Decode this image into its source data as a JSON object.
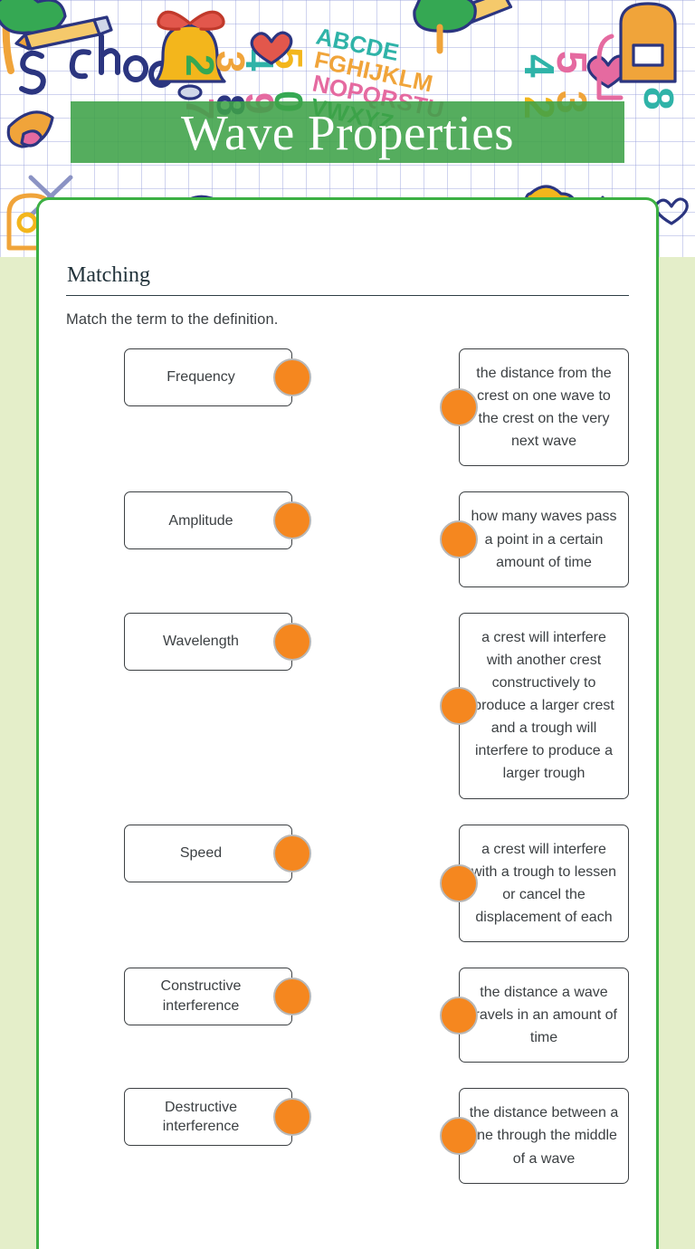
{
  "page": {
    "title": "Wave Properties",
    "background_color": "#e4eec9",
    "accent_green": "#3cb043",
    "banner_green": "#3ea248",
    "connector_color": "#f5871f"
  },
  "worksheet": {
    "section_title": "Matching",
    "instructions": "Match the term to the definition.",
    "terms": [
      {
        "label": "Frequency"
      },
      {
        "label": "Amplitude"
      },
      {
        "label": "Wavelength"
      },
      {
        "label": "Speed"
      },
      {
        "label": "Constructive interference"
      },
      {
        "label": "Destructive interference"
      }
    ],
    "definitions": [
      {
        "text": "the distance from the crest on one wave to the crest on the very next wave"
      },
      {
        "text": "how many waves pass a point in a certain amount of time"
      },
      {
        "text": "a crest will interfere with another crest constructively to produce a larger crest and a trough will interfere to produce a larger trough"
      },
      {
        "text": "a crest will interfere with a trough to lessen or cancel the displacement of each"
      },
      {
        "text": "the distance a wave travels in an amount of time"
      },
      {
        "text": "the distance between a line through the middle of a wave"
      }
    ]
  }
}
